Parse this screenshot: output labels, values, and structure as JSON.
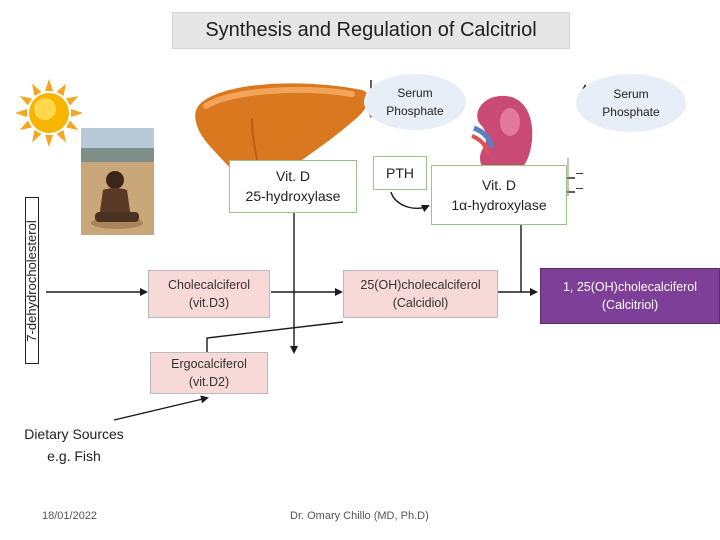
{
  "title": "Synthesis and Regulation of Calcitriol",
  "side_label": "7-dehydrocholesterol",
  "serum_left": "Serum\nPhosphate",
  "serum_right": "Serum\nPhosphate",
  "enzyme_25": "Vit. D\n25-hydroxylase",
  "pth": "PTH",
  "enzyme_1a": "Vit. D\n1α-hydroxylase",
  "cholecalciferol": "Cholecalciferol\n(vit.D3)",
  "calcidiol": "25(OH)cholecalciferol\n(Calcidiol)",
  "calcitriol": "1, 25(OH)cholecalciferol\n(Calcitriol)",
  "ergocalciferol": "Ergocalciferol\n(vit.D2)",
  "dietary": "Dietary Sources\ne.g. Fish",
  "minus_top": "–",
  "minus_bottom": "–",
  "date": "18/01/2022",
  "author": "Dr. Omary Chillo (MD, Ph.D)",
  "colors": {
    "enzyme_border": "#9bc38b",
    "intermediate_fill": "#f7d9d7",
    "product_fill": "#7e3f98",
    "serum_fill": "#e8eef7",
    "liver": "#d9781f",
    "kidney": "#c94a74"
  }
}
